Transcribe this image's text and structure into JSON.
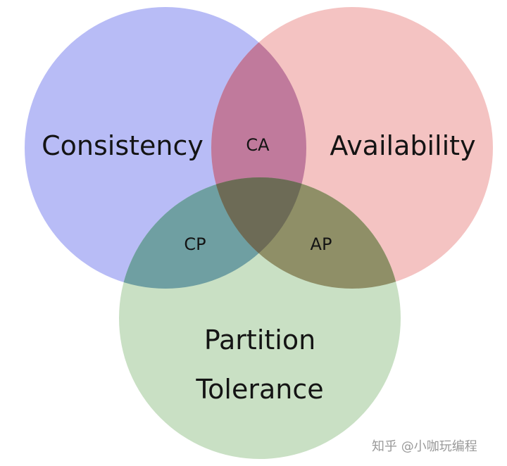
{
  "diagram": {
    "sets": [
      {
        "name": "Consistency",
        "color": "#b8bcf6"
      },
      {
        "name": "Availability",
        "color": "#f4c3c2"
      },
      {
        "name": "Partition",
        "name_line2": "Tolerance",
        "color": "#c9e0c4"
      }
    ],
    "overlaps": {
      "consistency_availability": {
        "label": "CA",
        "color": "#c07a9c"
      },
      "consistency_partition": {
        "label": "CP",
        "color": "#6f9fa2"
      },
      "availability_partition": {
        "label": "AP",
        "color": "#8f8f67"
      },
      "all_three": {
        "color": "#6d6b56"
      }
    }
  },
  "watermark": "知乎 @小咖玩编程"
}
